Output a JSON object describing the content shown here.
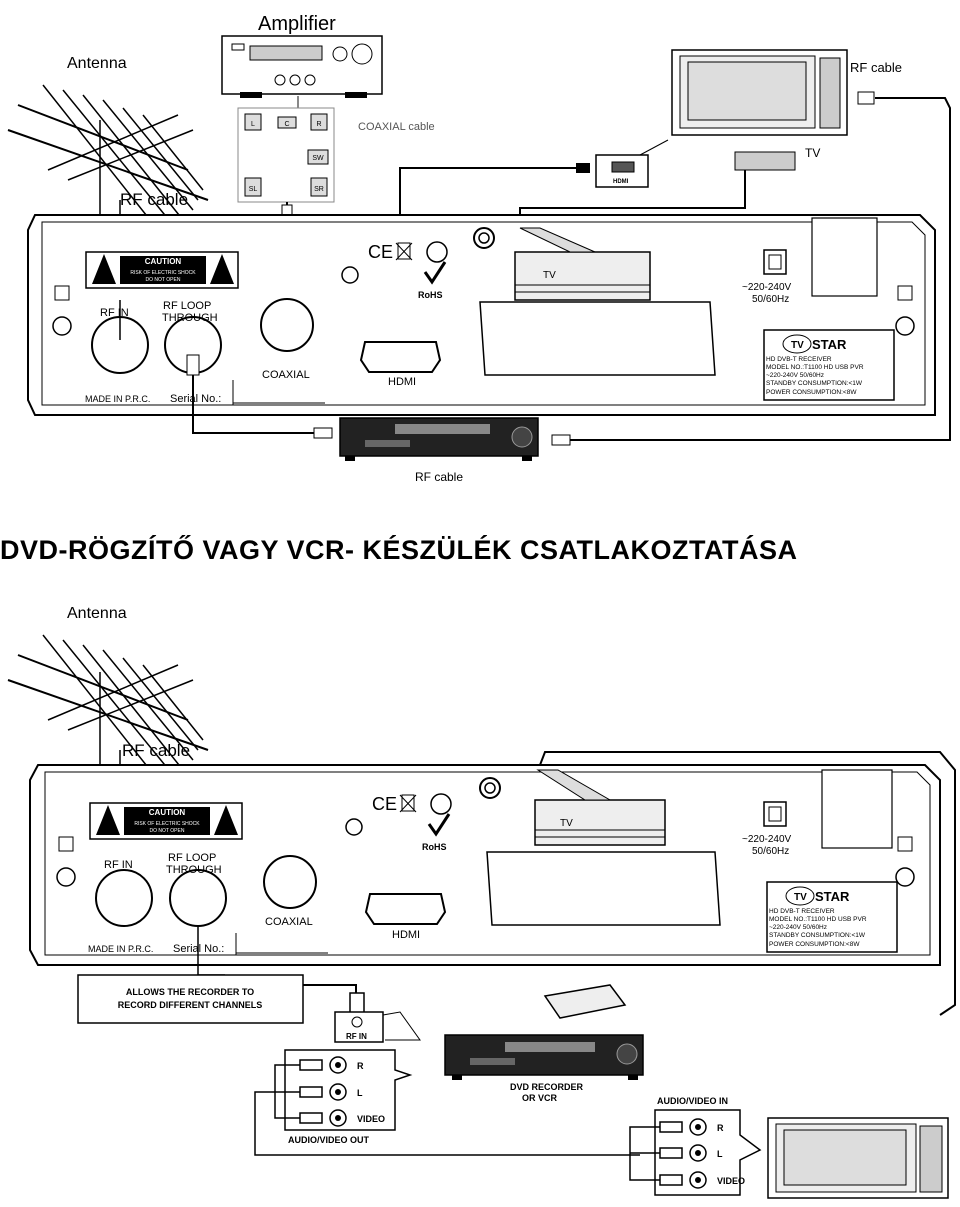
{
  "page_heading": "DVD-RÖGZÍTŐ VAGY VCR- KÉSZÜLÉK CSATLAKOZTATÁSA",
  "diagram1": {
    "amplifier": "Amplifier",
    "antenna": "Antenna",
    "rf_cable_top": "RF cable",
    "rf_cable_left": "RF cable",
    "rf_cable_bottom": "RF cable",
    "coaxial_cable": "COAXIAL cable",
    "tv": "TV",
    "hdmi_plug": "HDMI",
    "speakers": [
      "L",
      "C",
      "R",
      "SW",
      "SL",
      "SR"
    ]
  },
  "receiver": {
    "caution_title": "CAUTION",
    "caution_line1": "RISK OF ELECTRIC SHOCK",
    "caution_line2": "DO NOT OPEN",
    "rf_in": "RF IN",
    "rf_loop": "RF LOOP",
    "through": "THROUGH",
    "coaxial": "COAXIAL",
    "hdmi": "HDMI",
    "tv_scart": "TV",
    "rohs": "RoHS",
    "voltage1": "~220-240V",
    "voltage2": "50/60Hz",
    "brand": "STAR",
    "brand_prefix": "TV",
    "plate_line1": "HD DVB-T RECEIVER",
    "plate_line2": "MODEL NO.:T1100 HD USB PVR",
    "plate_line3": "~220-240V 50/60Hz",
    "plate_line4": "STANDBY CONSUMPTION:<1W",
    "plate_line5": "POWER CONSUMPTION:<8W",
    "made_in": "MADE IN P.R.C.",
    "serial": "Serial No.:"
  },
  "diagram2": {
    "antenna": "Antenna",
    "rf_cable": "RF cable",
    "allows_line1": "ALLOWS THE RECORDER TO",
    "allows_line2": "RECORD DIFFERENT CHANNELS",
    "rf_in": "RF IN",
    "r": "R",
    "l": "L",
    "video": "VIDEO",
    "av_out": "AUDIO/VIDEO OUT",
    "dvd_line1": "DVD RECORDER",
    "dvd_line2": "OR VCR",
    "av_in": "AUDIO/VIDEO IN",
    "r2": "R",
    "l2": "L",
    "video2": "VIDEO"
  }
}
